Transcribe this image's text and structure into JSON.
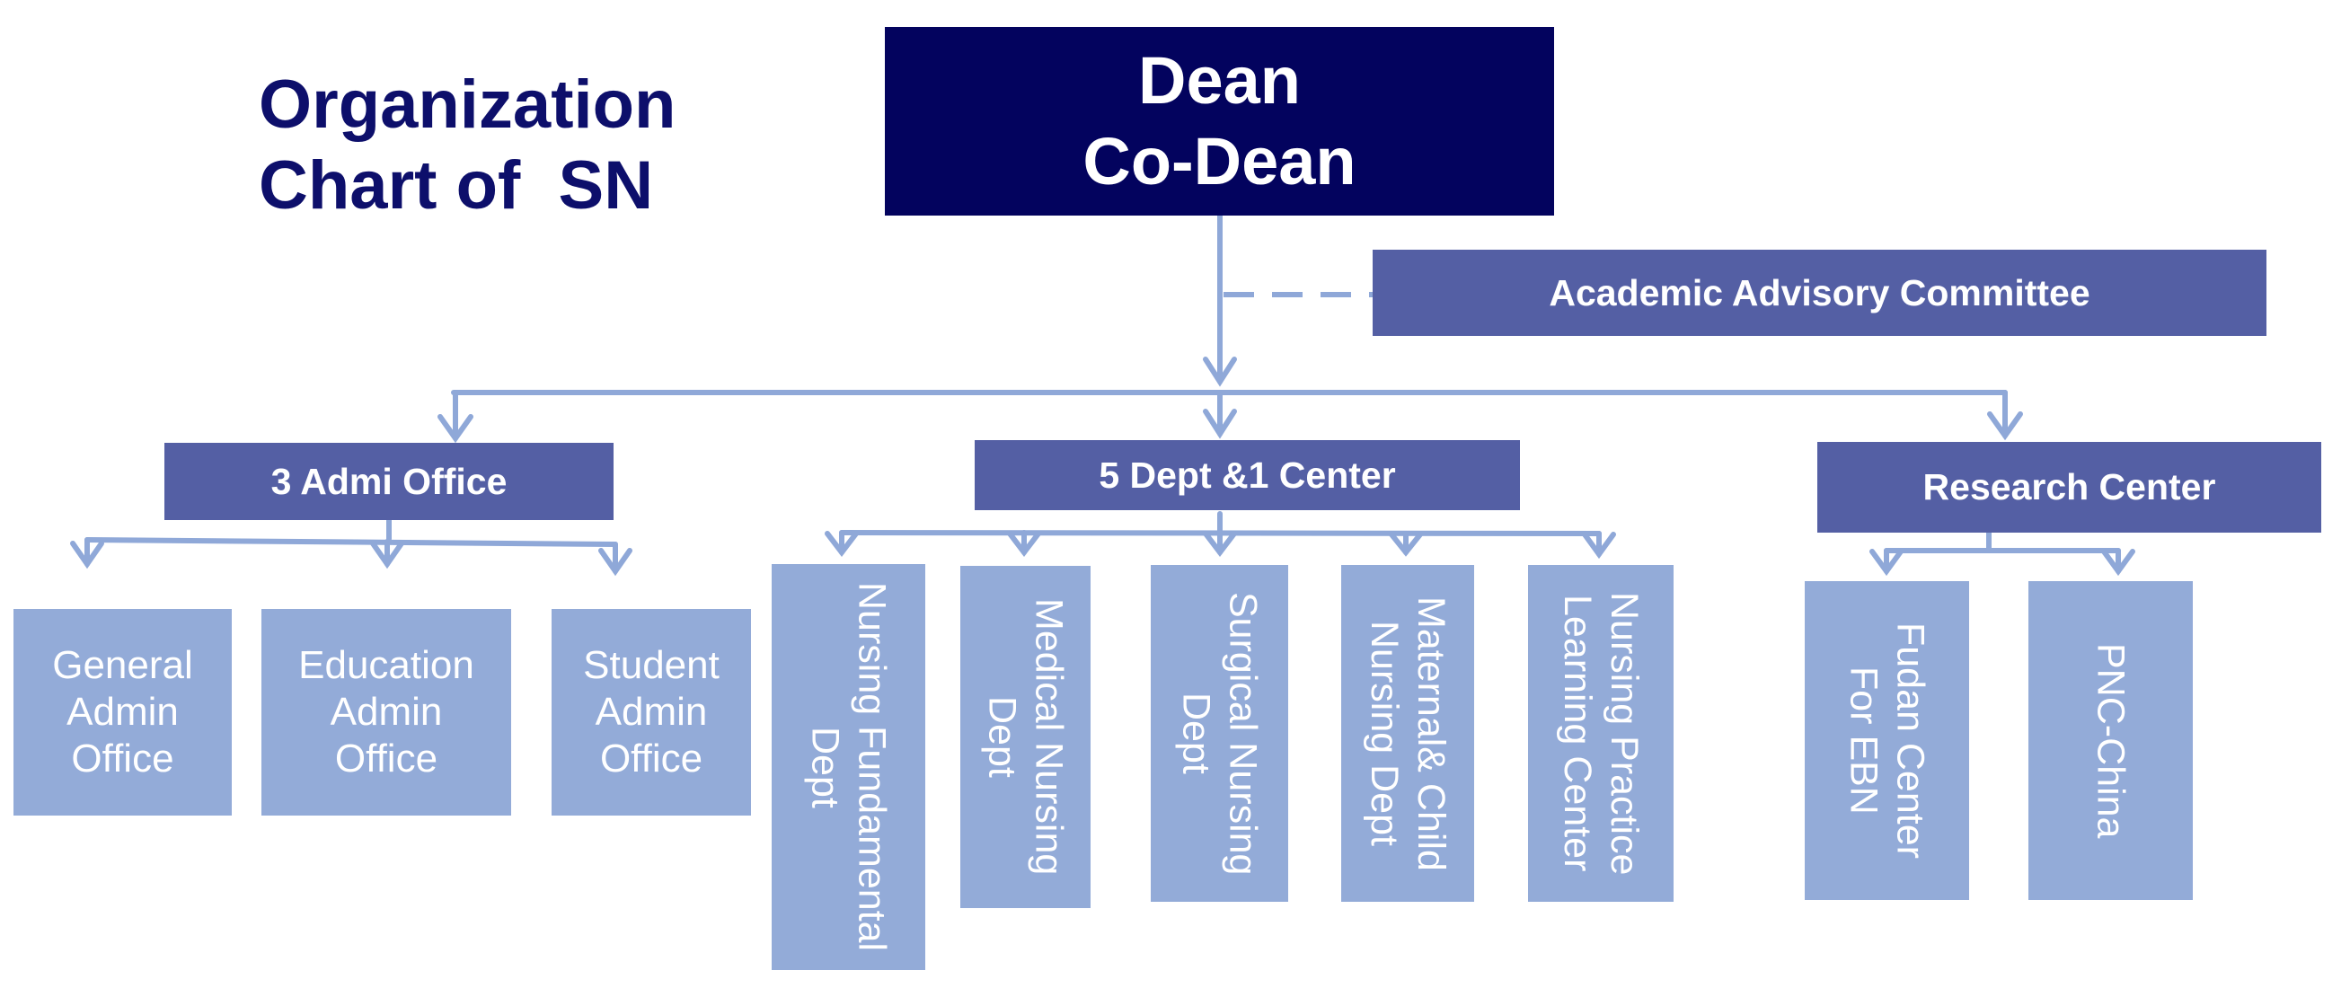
{
  "title": {
    "line1": "Organization",
    "line2": "Chart of  SN"
  },
  "dean": {
    "line1": "Dean",
    "line2": "Co-Dean"
  },
  "advisory": "Academic Advisory Committee",
  "groups": {
    "admin": "3 Admi Office",
    "dept": "5 Dept &1 Center",
    "research": "Research Center"
  },
  "admin_offices": [
    "General\nAdmin\nOffice",
    "Education\nAdmin\nOffice",
    "Student\nAdmin\nOffice"
  ],
  "departments": [
    "Nursing Fundamental\nDept",
    "Medical Nursing\nDept",
    "Surgical Nursing\nDept",
    "Maternal& Child\nNursing Dept",
    "Nursing Practice\nLearning Center"
  ],
  "research_units": [
    "Fudan Center\nFor EBN",
    "PNC-China"
  ],
  "colors": {
    "dean_fill": "#03035e",
    "title_text": "#0d0f6b",
    "mid_fill": "#545fa4",
    "leaf_fill": "#93abd8",
    "connector": "#8fa8d8"
  }
}
